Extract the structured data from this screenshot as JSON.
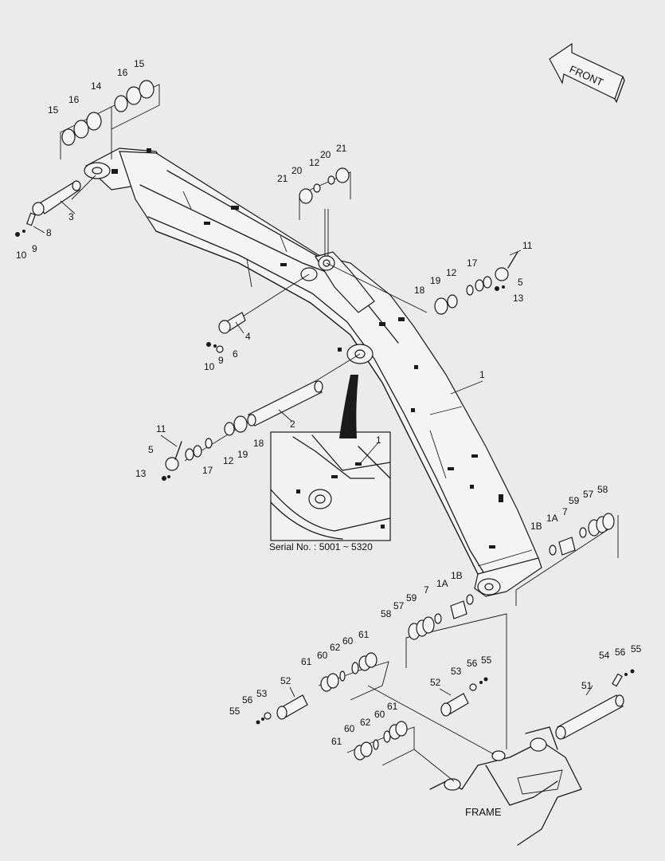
{
  "front_label": "FRONT",
  "frame_label": "FRAME",
  "serial_caption": "Serial No. : 5001 ~ 5320",
  "inset_label": "1",
  "labels": [
    {
      "id": "l15a",
      "text": "15"
    },
    {
      "id": "l16a",
      "text": "16"
    },
    {
      "id": "l14",
      "text": "14"
    },
    {
      "id": "l16b",
      "text": "16"
    },
    {
      "id": "l15b",
      "text": "15"
    },
    {
      "id": "l3",
      "text": "3"
    },
    {
      "id": "l8",
      "text": "8"
    },
    {
      "id": "l9a",
      "text": "9"
    },
    {
      "id": "l10a",
      "text": "10"
    },
    {
      "id": "l21a",
      "text": "21"
    },
    {
      "id": "l20a",
      "text": "20"
    },
    {
      "id": "l12a",
      "text": "12"
    },
    {
      "id": "l20b",
      "text": "20"
    },
    {
      "id": "l21b",
      "text": "21"
    },
    {
      "id": "l11a",
      "text": "11"
    },
    {
      "id": "l17a",
      "text": "17"
    },
    {
      "id": "l12b",
      "text": "12"
    },
    {
      "id": "l19a",
      "text": "19"
    },
    {
      "id": "l18a",
      "text": "18"
    },
    {
      "id": "l5a",
      "text": "5"
    },
    {
      "id": "l13a",
      "text": "13"
    },
    {
      "id": "l4",
      "text": "4"
    },
    {
      "id": "l6",
      "text": "6"
    },
    {
      "id": "l9b",
      "text": "9"
    },
    {
      "id": "l10b",
      "text": "10"
    },
    {
      "id": "l1",
      "text": "1"
    },
    {
      "id": "l2",
      "text": "2"
    },
    {
      "id": "l11b",
      "text": "11"
    },
    {
      "id": "l5b",
      "text": "5"
    },
    {
      "id": "l13b",
      "text": "13"
    },
    {
      "id": "l17b",
      "text": "17"
    },
    {
      "id": "l12c",
      "text": "12"
    },
    {
      "id": "l19b",
      "text": "19"
    },
    {
      "id": "l18b",
      "text": "18"
    },
    {
      "id": "l57a",
      "text": "57"
    },
    {
      "id": "l58a",
      "text": "58"
    },
    {
      "id": "l59a",
      "text": "59"
    },
    {
      "id": "l7a",
      "text": "7"
    },
    {
      "id": "l1Aa",
      "text": "1A"
    },
    {
      "id": "l1Ba",
      "text": "1B"
    },
    {
      "id": "l1Bb",
      "text": "1B"
    },
    {
      "id": "l1Ab",
      "text": "1A"
    },
    {
      "id": "l7b",
      "text": "7"
    },
    {
      "id": "l59b",
      "text": "59"
    },
    {
      "id": "l57b",
      "text": "57"
    },
    {
      "id": "l58b",
      "text": "58"
    },
    {
      "id": "l61a",
      "text": "61"
    },
    {
      "id": "l60a",
      "text": "60"
    },
    {
      "id": "l62a",
      "text": "62"
    },
    {
      "id": "l60b",
      "text": "60"
    },
    {
      "id": "l61b",
      "text": "61"
    },
    {
      "id": "l52a",
      "text": "52"
    },
    {
      "id": "l53a",
      "text": "53"
    },
    {
      "id": "l56a",
      "text": "56"
    },
    {
      "id": "l55a",
      "text": "55"
    },
    {
      "id": "l52b",
      "text": "52"
    },
    {
      "id": "l53b",
      "text": "53"
    },
    {
      "id": "l56b",
      "text": "56"
    },
    {
      "id": "l55b",
      "text": "55"
    },
    {
      "id": "l54",
      "text": "54"
    },
    {
      "id": "l56c",
      "text": "56"
    },
    {
      "id": "l55c",
      "text": "55"
    },
    {
      "id": "l51",
      "text": "51"
    },
    {
      "id": "l61c",
      "text": "61"
    },
    {
      "id": "l60c",
      "text": "60"
    },
    {
      "id": "l62b",
      "text": "62"
    },
    {
      "id": "l60d",
      "text": "60"
    },
    {
      "id": "l61d",
      "text": "61"
    }
  ]
}
